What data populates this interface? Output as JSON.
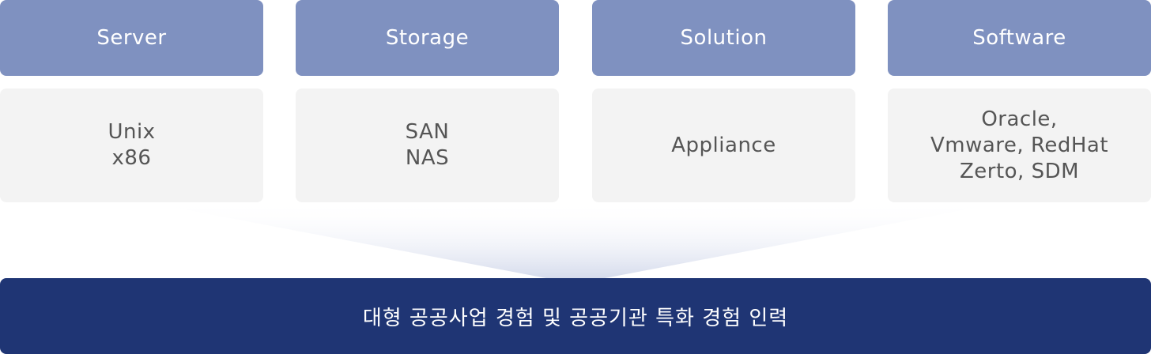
{
  "columns": [
    {
      "header": "Server",
      "lines": [
        "Unix",
        "x86"
      ]
    },
    {
      "header": "Storage",
      "lines": [
        "SAN",
        "NAS"
      ]
    },
    {
      "header": "Solution",
      "lines": [
        "Appliance"
      ]
    },
    {
      "header": "Software",
      "lines": [
        "Oracle,",
        "Vmware, RedHat",
        "Zerto, SDM"
      ]
    }
  ],
  "footer": {
    "text": "대형 공공사업 경험 및 공공기관 특화 경험 인력"
  },
  "colors": {
    "header_bg": "#7f91c0",
    "body_bg": "#f3f3f3",
    "footer_bg": "#1f3574",
    "funnel": "#d5dbec"
  }
}
